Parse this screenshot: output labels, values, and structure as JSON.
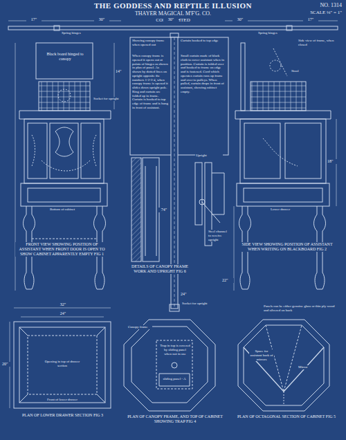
{
  "diagram": {
    "title": "THE GODDESS AND REPTILE ILLUSION",
    "labels": [
      "THAYER MAGICAL M'F'G. CO.",
      "COPYRIGHTED",
      "NO. 1314",
      "SCALE ⅛\" = 1\"",
      "17\"",
      "30\"",
      "30\"",
      "30\"",
      "17\"",
      "Spring hinges",
      "Spring hinges",
      "Showing canopy frame when opened out",
      "Curtain hooked to top edge",
      "Side view of frame, when closed",
      "When canopy frame is opened it opens out at points of hinges as shown in plan of panel. As shown by dotted lines on upright opposite the numbers 1-2-3-4, when canopy frame is opened it slides down upright pole. Ring and curtain are folded up in frame. Curtain is hooked to top edge of frame and is hung in front of assistant.",
      "Small curtain made of black cloth to cover assistant when in position. Curtain is folded over and hooked to frame on edge and is fastened. Cord which operates curtain runs up frame and over to pulleys. When pulled, curtain drops in front of assistant, showing cabinet empty.",
      "Black board hinged to canopy",
      "14\"",
      "Socket for upright",
      "FRONT VIEW SHOWING POSITION OF ASSISTANT WHEN FRONT DOOR IS OPEN TO SHOW CABINET APPARENTLY EMPTY FIG 1",
      "SIDE VIEW SHOWING POSITION OF ASSISTANT WHEN WRITING ON BLACKBOARD FIG 2",
      "DETAILS OF CANOPY FRAME WORK AND UPRIGHT FIG 6",
      "74\"",
      "24\"",
      "22\"",
      "32\"",
      "24\"",
      "PLAN OF LOWER DRAWER SECTION FIG 3",
      "PLAN OF CANOPY FRAME, AND TOP OF CABINET SHOWING TRAP FIG 4",
      "PLAN OF OCTAGONAL SECTION OF CABINET FIG 5",
      "Trap in top is covered by sliding panel when not in use",
      "sliding panel - A",
      "Canopy frame",
      "Opening in top of drawer section",
      "Front of lower drawer",
      "Space for assistant back of mirrors",
      "Panels can be either genuine glass or thin ply wood and silvered on back",
      "Mirror",
      "Socket for upright",
      "Upright",
      "Steel channel to receive upright",
      "Bottom of cabinet",
      "Lower drawer",
      "Stool",
      "20\"",
      "18\""
    ]
  }
}
